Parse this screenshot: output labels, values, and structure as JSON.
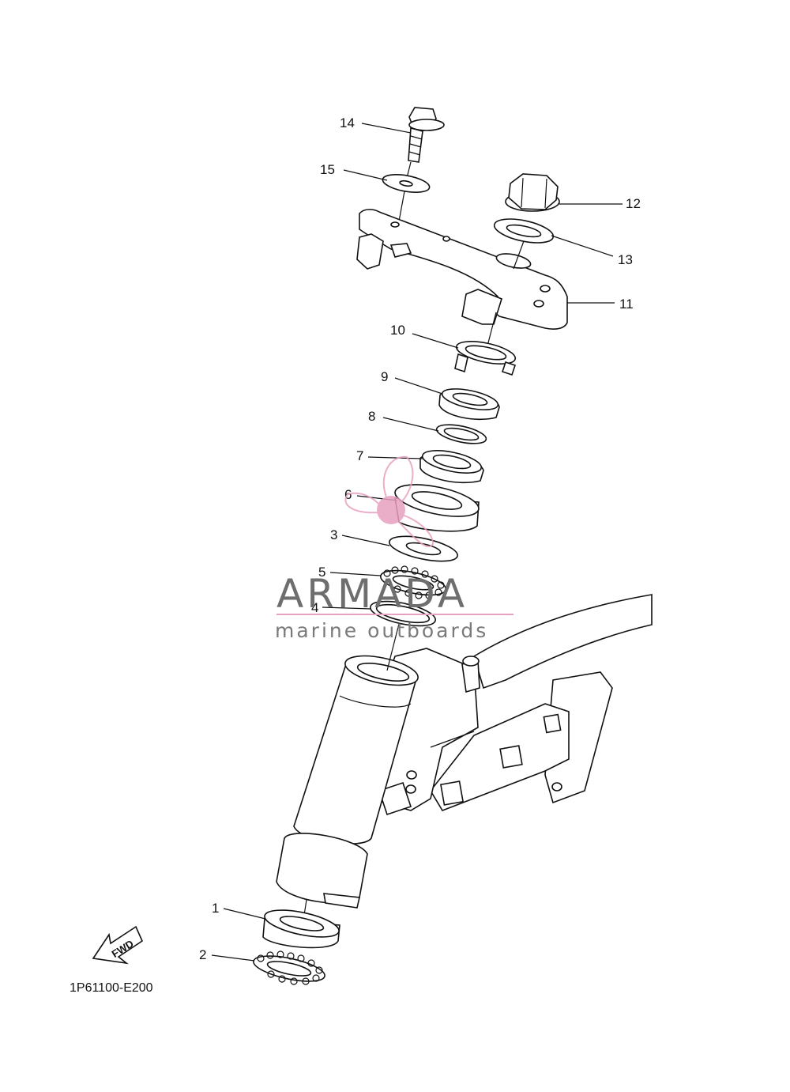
{
  "diagram_code": "1P61100-E200",
  "fwd_label": "FWD",
  "watermark": {
    "brand": "ARMADA",
    "tagline": "marine outboards",
    "accent_color": "#e8a0c0"
  },
  "callouts": [
    "1",
    "2",
    "3",
    "4",
    "5",
    "6",
    "7",
    "8",
    "9",
    "10",
    "11",
    "12",
    "13",
    "14",
    "15"
  ]
}
